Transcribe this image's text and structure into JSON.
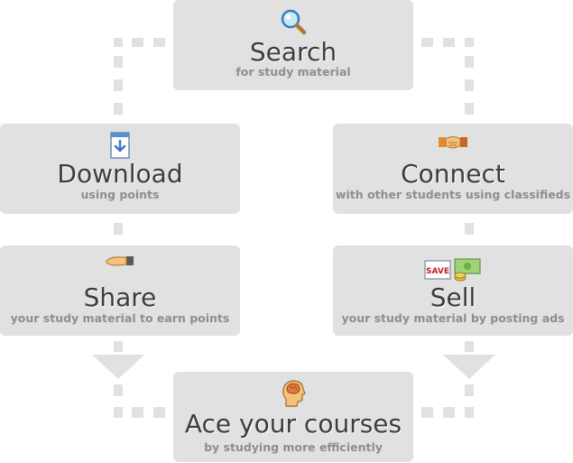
{
  "steps": {
    "search": {
      "title": "Search",
      "subtitle": "for study material",
      "icon": "magnifier-icon"
    },
    "download": {
      "title": "Download",
      "subtitle": "using points",
      "icon": "download-icon"
    },
    "connect": {
      "title": "Connect",
      "subtitle": "with other students using classifieds",
      "icon": "handshake-icon"
    },
    "share": {
      "title": "Share",
      "subtitle": "your study material to earn points",
      "icon": "giving-hand-icon"
    },
    "sell": {
      "title": "Sell",
      "subtitle": "your study material by posting ads",
      "icon": "money-icon",
      "save_tag": "SAVE"
    },
    "ace": {
      "title": "Ace your courses",
      "subtitle": "by studying more efficiently",
      "icon": "brain-head-icon"
    }
  },
  "colors": {
    "box": "#e1e1e1",
    "title": "#3d3d3d",
    "subtitle": "#8e8e8e"
  }
}
